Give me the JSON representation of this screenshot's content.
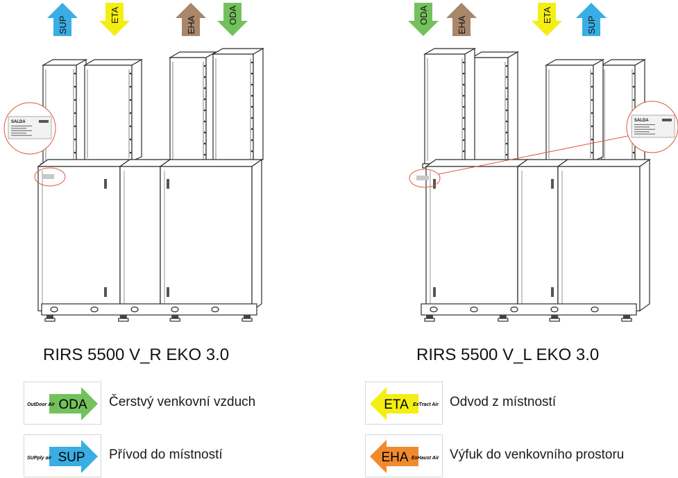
{
  "top_arrows": {
    "left": [
      {
        "code": "SUP",
        "color": "#3aaee3",
        "direction": "up"
      },
      {
        "code": "ETA",
        "color": "#f5ee13",
        "direction": "down"
      },
      {
        "code": "EHA",
        "color": "#a8876a",
        "direction": "up"
      },
      {
        "code": "ODA",
        "color": "#73c15d",
        "direction": "down"
      }
    ],
    "right": [
      {
        "code": "ODA",
        "color": "#73c15d",
        "direction": "down"
      },
      {
        "code": "EHA",
        "color": "#a8876a",
        "direction": "up"
      },
      {
        "code": "ETA",
        "color": "#f5ee13",
        "direction": "down"
      },
      {
        "code": "SUP",
        "color": "#3aaee3",
        "direction": "up"
      }
    ]
  },
  "label_brand": "SALDA",
  "models": {
    "left": "RIRS 5500 V_R EKO 3.0",
    "right": "RIRS 5500 V_L EKO 3.0"
  },
  "legend": [
    {
      "code": "ODA",
      "tag": "OutDoor Air",
      "description": "Čerstvý venkovní vzduch",
      "color": "#73c15d",
      "direction": "right"
    },
    {
      "code": "SUP",
      "tag": "SUPply air",
      "description": "Přívod do místností",
      "color": "#3aaee3",
      "direction": "right"
    },
    {
      "code": "ETA",
      "tag": "ExTract Air",
      "description": "Odvod z místností",
      "color": "#f5ee13",
      "direction": "left"
    },
    {
      "code": "EHA",
      "tag": "ExHaust Air",
      "description": "Výfuk do venkovního prostoru",
      "color": "#f08a2e",
      "direction": "left"
    }
  ]
}
